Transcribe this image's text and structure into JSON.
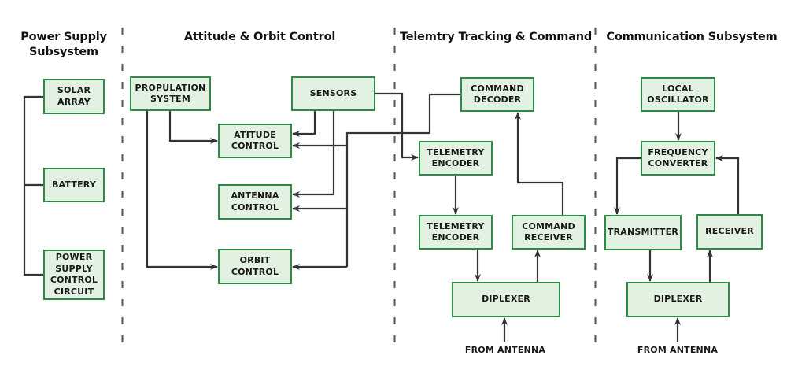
{
  "sections": [
    {
      "id": "power",
      "title": "Power Supply\nSubsystem"
    },
    {
      "id": "aoc",
      "title": "Attitude & Orbit Control"
    },
    {
      "id": "ttc",
      "title": "Telemtry Tracking & Command"
    },
    {
      "id": "comm",
      "title": "Communication Subsystem"
    }
  ],
  "blocks": {
    "solar_array": "SOLAR\nARRAY",
    "battery": "BATTERY",
    "power_supply_control": "POWER\nSUPPLY\nCONTROL\nCIRCUIT",
    "propulation_system": "PROPULATION\nSYSTEM",
    "sensors": "SENSORS",
    "atitude_control": "ATITUDE\nCONTROL",
    "antenna_control": "ANTENNA\nCONTROL",
    "orbit_control": "ORBIT\nCONTROL",
    "command_decoder": "COMMAND\nDECODER",
    "telemetry_encoder_1": "TELEMETRY\nENCODER",
    "telemetry_encoder_2": "TELEMETRY\nENCODER",
    "command_receiver": "COMMAND\nRECEIVER",
    "ttc_diplexer": "DIPLEXER",
    "local_oscillator": "LOCAL\nOSCILLATOR",
    "frequency_converter": "FREQUENCY\nCONVERTER",
    "transmitter": "TRANSMITTER",
    "receiver": "RECEIVER",
    "comm_diplexer": "DIPLEXER"
  },
  "labels": {
    "ttc_from_antenna": "FROM ANTENNA",
    "comm_from_antenna": "FROM ANTENNA"
  },
  "connections": [
    {
      "from": "solar_array",
      "to": "power_bus"
    },
    {
      "from": "battery",
      "to": "power_bus"
    },
    {
      "from": "power_supply_control",
      "to": "power_bus"
    },
    {
      "from": "propulation_system",
      "to": "atitude_control"
    },
    {
      "from": "propulation_system",
      "to": "orbit_control"
    },
    {
      "from": "sensors",
      "to": "atitude_control"
    },
    {
      "from": "sensors",
      "to": "antenna_control"
    },
    {
      "from": "sensors",
      "to": "telemetry_encoder_1"
    },
    {
      "from": "command_decoder",
      "to": "atitude_control"
    },
    {
      "from": "command_decoder",
      "to": "antenna_control"
    },
    {
      "from": "command_decoder",
      "to": "orbit_control"
    },
    {
      "from": "telemetry_encoder_1",
      "to": "telemetry_encoder_2"
    },
    {
      "from": "telemetry_encoder_2",
      "to": "ttc_diplexer"
    },
    {
      "from": "ttc_diplexer",
      "to": "command_receiver"
    },
    {
      "from": "command_receiver",
      "to": "command_decoder"
    },
    {
      "from": "ttc_from_antenna",
      "to": "ttc_diplexer"
    },
    {
      "from": "local_oscillator",
      "to": "frequency_converter"
    },
    {
      "from": "frequency_converter",
      "to": "transmitter"
    },
    {
      "from": "transmitter",
      "to": "comm_diplexer"
    },
    {
      "from": "comm_diplexer",
      "to": "receiver"
    },
    {
      "from": "receiver",
      "to": "frequency_converter"
    },
    {
      "from": "comm_from_antenna",
      "to": "comm_diplexer"
    }
  ],
  "colors": {
    "box_fill": "#e3f1e3",
    "box_border": "#2e8b47",
    "line": "#333333",
    "divider": "#555555"
  }
}
